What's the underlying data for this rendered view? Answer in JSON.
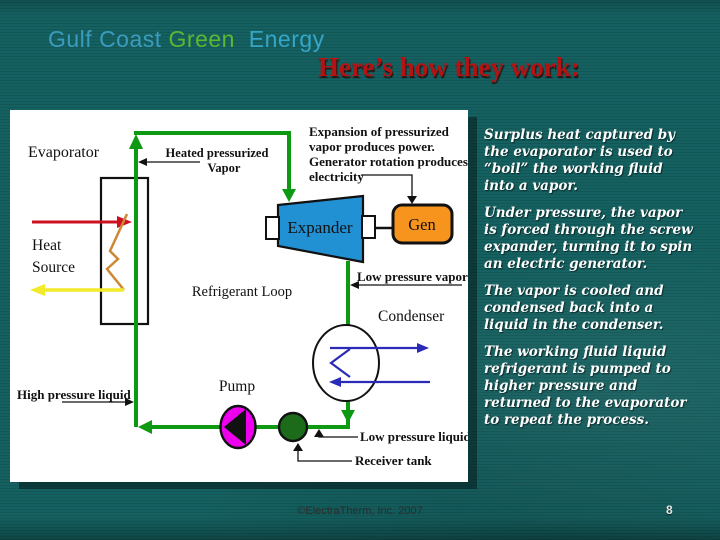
{
  "logo": {
    "gulf_coast": "Gulf Coast",
    "green": "Green",
    "energy": "Energy"
  },
  "title": "Here’s how they work:",
  "diagram": {
    "labels": {
      "evaporator": "Evaporator",
      "heated_pressurized_line1": "Heated pressurized",
      "heated_pressurized_line2": "Vapor",
      "expansion_line1": "Expansion of pressurized",
      "expansion_line2": "vapor produces power.",
      "expansion_line3": "Generator rotation produces",
      "expansion_line4": "electricity",
      "expander": "Expander",
      "generator": "Gen",
      "heat_source_line1": "Heat",
      "heat_source_line2": "Source",
      "refrigerant_loop": "Refrigerant Loop",
      "low_pressure_vapor": "Low pressure vapor",
      "condenser": "Condenser",
      "high_pressure_liquid": "High pressure liquid",
      "pump": "Pump",
      "low_pressure_liquid": "Low pressure liquid",
      "receiver_tank": "Receiver tank"
    },
    "colors": {
      "loop_green": "#0d9a12",
      "expander_blue": "#2191d4",
      "generator_orange": "#f7941d",
      "pump_magenta": "#ee00ee",
      "receiver_tank_green": "#1b6b1b",
      "heat_in_red": "#cc1020",
      "heat_out_yellow": "#f2ea2a",
      "evaporator_coil_orange": "#cc8833",
      "condenser_flow_blue": "#2a2ab8"
    }
  },
  "bullets": [
    "Surplus heat captured by the evaporator is used to “boil” the working fluid into a vapor.",
    "Under pressure, the vapor is forced through the screw expander, turning it to spin an electric generator.",
    "The vapor is cooled and condensed back into a liquid in the condenser.",
    "The working fluid liquid refrigerant is pumped to higher pressure and returned to the evaporator to repeat the process."
  ],
  "footer": {
    "copyright": "©ElectraTherm, Inc. 2007",
    "page_number": "8"
  }
}
